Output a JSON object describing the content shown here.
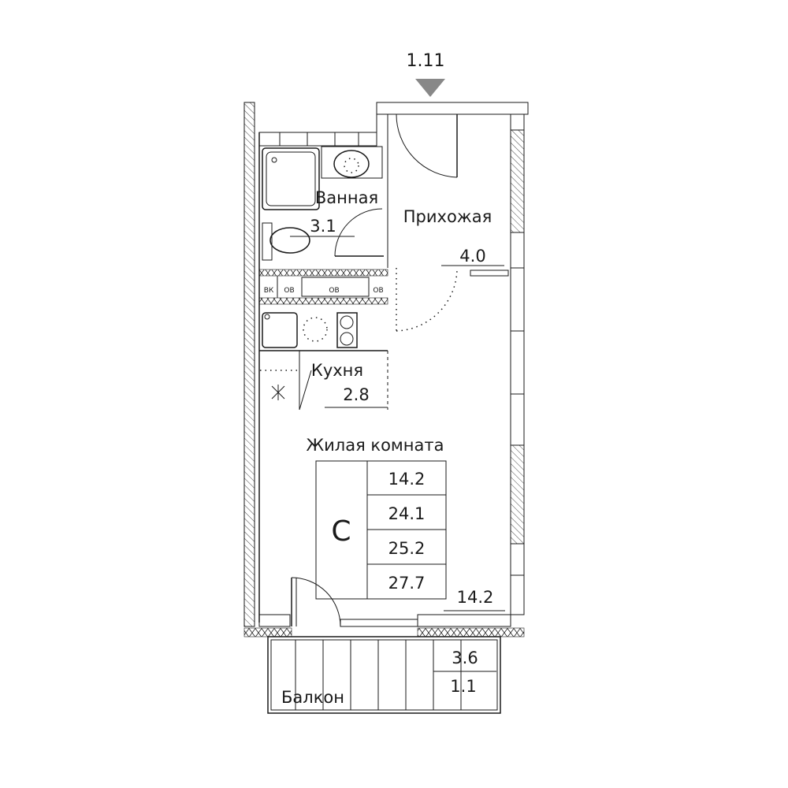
{
  "apartment": {
    "number": "1.11"
  },
  "rooms": {
    "bathroom": {
      "name": "Ванная",
      "area": "3.1"
    },
    "hallway": {
      "name": "Прихожая",
      "area": "4.0"
    },
    "kitchen": {
      "name": "Кухня",
      "area": "2.8"
    },
    "living": {
      "name": "Жилая комната",
      "area": "14.2"
    },
    "balcony": {
      "name": "Балкон",
      "area": "3.6",
      "reduced_area": "1.1"
    }
  },
  "shafts": {
    "vk": "ВК",
    "ov1": "ОВ",
    "ov2": "ОВ",
    "ov3": "ОВ"
  },
  "summary": {
    "type": "С",
    "living_area": "14.2",
    "area_without_balcony": "24.1",
    "total_area_reduced": "25.2",
    "total_area": "27.7"
  },
  "colors": {
    "line": "#1a1a1a",
    "background": "#ffffff"
  }
}
